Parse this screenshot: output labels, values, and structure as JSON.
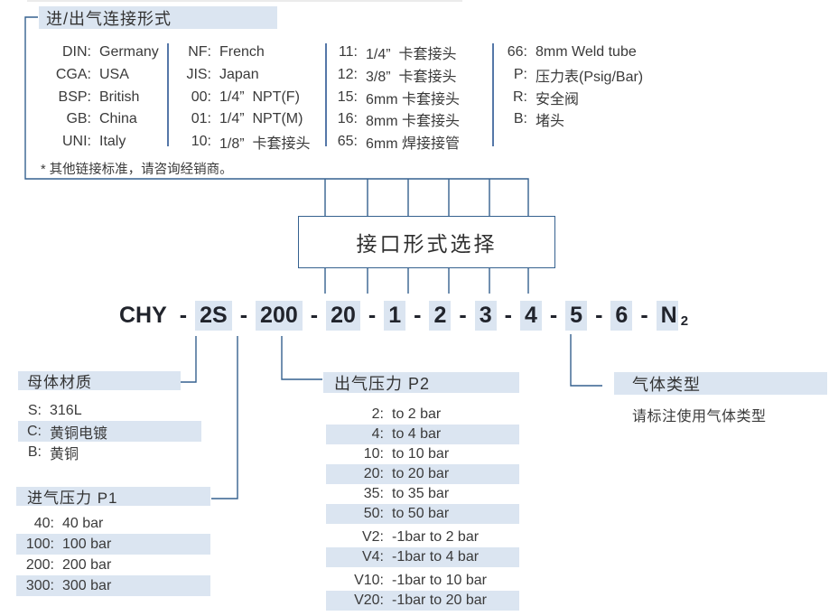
{
  "colors": {
    "highlight": "#dbe5f1",
    "connector_line": "#35618f",
    "column_divider": "#5577a8",
    "code_text": "#21242c",
    "body_text": "#3a3a3a"
  },
  "connection": {
    "title": "进/出气连接形式",
    "note": "* 其他链接标准，请咨询经销商。",
    "columns": [
      {
        "rows": [
          {
            "code": "DIN:",
            "label": "Germany"
          },
          {
            "code": "CGA:",
            "label": "USA"
          },
          {
            "code": "BSP:",
            "label": "British"
          },
          {
            "code": "GB:",
            "label": "China"
          },
          {
            "code": "UNI:",
            "label": "Italy"
          }
        ]
      },
      {
        "rows": [
          {
            "code": "NF:",
            "label": "French"
          },
          {
            "code": "JIS:",
            "label": "Japan"
          },
          {
            "code": "00:",
            "label": "1/4”  NPT(F)"
          },
          {
            "code": "01:",
            "label": "1/4”  NPT(M)"
          },
          {
            "code": "10:",
            "label": "1/8”  卡套接头"
          }
        ]
      },
      {
        "rows": [
          {
            "code": "11:",
            "label": "1/4”  卡套接头"
          },
          {
            "code": "12:",
            "label": "3/8”  卡套接头"
          },
          {
            "code": "15:",
            "label": "6mm 卡套接头"
          },
          {
            "code": "16:",
            "label": "8mm 卡套接头"
          },
          {
            "code": "65:",
            "label": "6mm 焊接接管"
          }
        ]
      },
      {
        "rows": [
          {
            "code": "66:",
            "label": "8mm Weld tube"
          },
          {
            "code": "P:",
            "label": "压力表(Psig/Bar)"
          },
          {
            "code": "R:",
            "label": "安全阀"
          },
          {
            "code": "B:",
            "label": "堵头"
          }
        ]
      }
    ]
  },
  "selector_box": {
    "label": "接口形式选择"
  },
  "order_code": {
    "segments": [
      "CHY",
      "-",
      "2S",
      "-",
      "200",
      "-",
      "20",
      "-",
      "1",
      "-",
      "2",
      "-",
      "3",
      "-",
      "4",
      "-",
      "5",
      "-",
      "6",
      "-",
      "N"
    ],
    "subscript": "2"
  },
  "material": {
    "title": "母体材质",
    "items": [
      {
        "code": "S:",
        "label": "316L"
      },
      {
        "code": "C:",
        "label": "黄铜电镀"
      },
      {
        "code": "B:",
        "label": "黄铜"
      }
    ]
  },
  "inlet_pressure": {
    "title": "进气压力 P1",
    "items": [
      {
        "code": "40:",
        "label": "40 bar"
      },
      {
        "code": "100:",
        "label": "100 bar"
      },
      {
        "code": "200:",
        "label": "200 bar"
      },
      {
        "code": "300:",
        "label": "300 bar"
      }
    ]
  },
  "outlet_pressure": {
    "title": "出气压力 P2",
    "items": [
      {
        "code": "2:",
        "label": "to 2 bar"
      },
      {
        "code": "4:",
        "label": "to 4 bar"
      },
      {
        "code": "10:",
        "label": "to 10 bar"
      },
      {
        "code": "20:",
        "label": "to 20 bar"
      },
      {
        "code": "35:",
        "label": "to 35 bar"
      },
      {
        "code": "50:",
        "label": "to 50 bar"
      },
      {
        "code": "V2:",
        "label": "-1bar to 2 bar"
      },
      {
        "code": "V4:",
        "label": "-1bar to 4 bar"
      },
      {
        "code": "V10:",
        "label": "-1bar to 10 bar"
      },
      {
        "code": "V20:",
        "label": "-1bar to 20 bar"
      }
    ]
  },
  "gas_type": {
    "title": "气体类型",
    "note": "请标注使用气体类型"
  }
}
